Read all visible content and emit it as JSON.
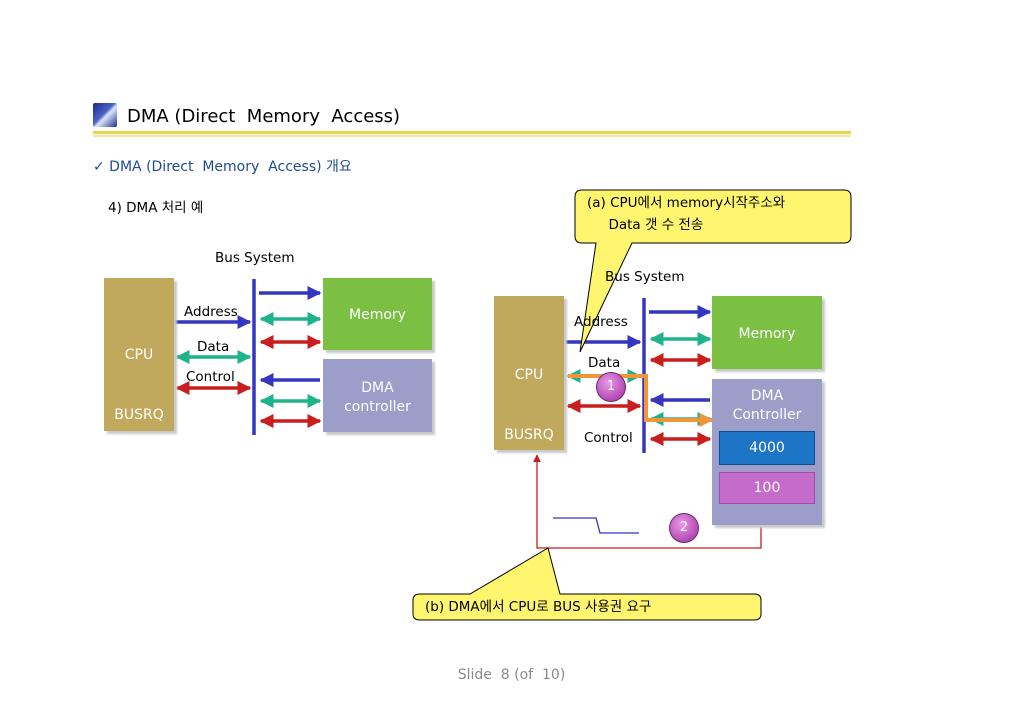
{
  "header": {
    "title": "DMA (Direct  Memory  Access)",
    "subtitle": "✓ DMA (Direct  Memory  Access) 개요",
    "section": "4) DMA 처리 예"
  },
  "left_diagram": {
    "bus_label": "Bus System",
    "address": "Address",
    "data": "Data",
    "control": "Control",
    "cpu": "CPU",
    "busrq": "BUSRQ",
    "memory": "Memory",
    "dma": "DMA\ncontroller"
  },
  "right_diagram": {
    "bus_label": "Bus System",
    "address": "Address",
    "data": "Data",
    "control": "Control",
    "cpu": "CPU",
    "busrq": "BUSRQ",
    "memory": "Memory",
    "dma": "DMA\nController",
    "reg_address": "4000",
    "reg_count": "100",
    "step1": "1",
    "step2": "2"
  },
  "callouts": {
    "a": "(a) CPU에서 memory시작주소와\n     Data 갯 수 전송",
    "b": "(b) DMA에서 CPU로 BUS 사용권 요구"
  },
  "colors": {
    "address_arrow": "#3535c0",
    "data_arrow": "#1fb38c",
    "control_arrow": "#c81e1e",
    "path_highlight": "#f0953a",
    "callout_fill": "#fff56e"
  },
  "footer": "Slide  8 (of  10)"
}
